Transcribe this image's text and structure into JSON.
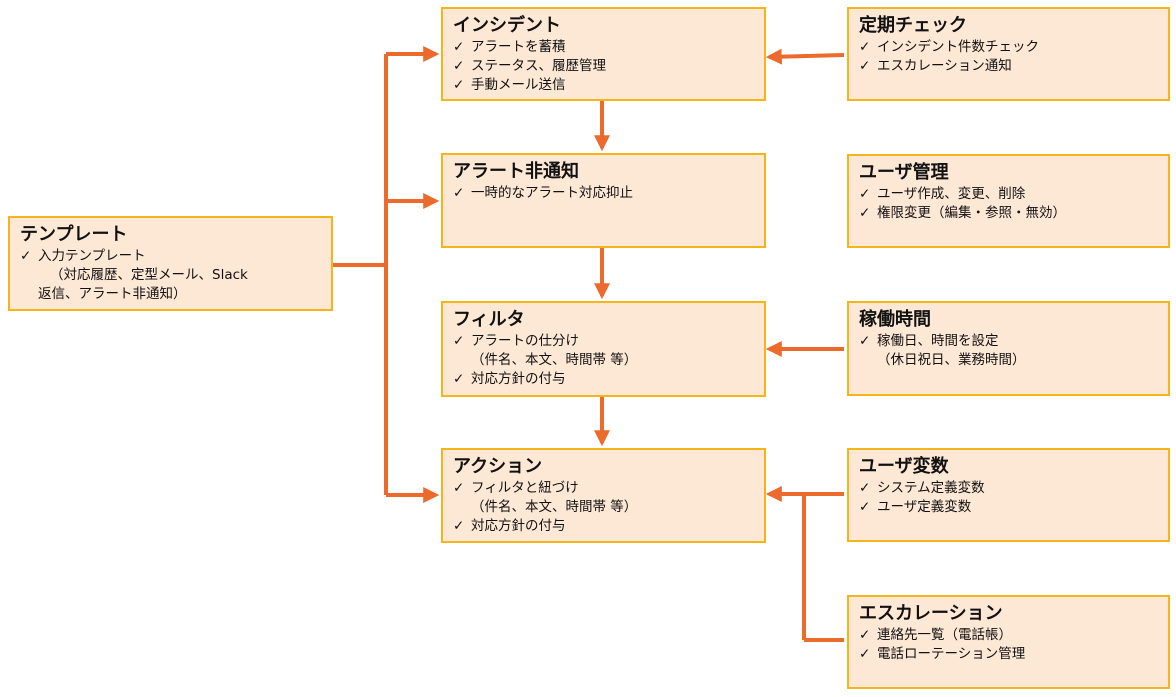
{
  "colors": {
    "box_fill": "#fde7d5",
    "box_border": "#f5b51a",
    "connector": "#ec6a2c"
  },
  "boxes": {
    "incident": {
      "title": "インシデント",
      "items": [
        "アラートを蓄積",
        "ステータス、履歴管理",
        "手動メール送信"
      ]
    },
    "suppress": {
      "title": "アラート非通知",
      "items": [
        "一時的なアラート対応抑止"
      ]
    },
    "filter": {
      "title": "フィルタ",
      "items": [
        "アラートの仕分け",
        "対応方針の付与"
      ],
      "sub": "（件名、本文、時間帯 等）"
    },
    "action": {
      "title": "アクション",
      "items": [
        "フィルタと紐づけ",
        "対応方針の付与"
      ],
      "sub": "（件名、本文、時間帯 等）"
    },
    "template": {
      "title": "テンプレート",
      "items": [
        "入力テンプレート"
      ],
      "sub1": "（対応履歴、定型メール、Slack",
      "sub2": "返信、アラート非通知）"
    },
    "periodic": {
      "title": "定期チェック",
      "items": [
        "インシデント件数チェック",
        "エスカレーション通知"
      ]
    },
    "users": {
      "title": "ユーザ管理",
      "items": [
        "ユーザ作成、変更、削除",
        "権限変更（編集・参照・無効）"
      ]
    },
    "hours": {
      "title": "稼働時間",
      "items": [
        "稼働日、時間を設定"
      ],
      "sub": "（休日祝日、業務時間）"
    },
    "vars": {
      "title": "ユーザ変数",
      "items": [
        "システム定義変数",
        "ユーザ定義変数"
      ]
    },
    "escalation": {
      "title": "エスカレーション",
      "items": [
        "連絡先一覧（電話帳）",
        "電話ローテーション管理"
      ]
    }
  },
  "check_mark": "✓"
}
